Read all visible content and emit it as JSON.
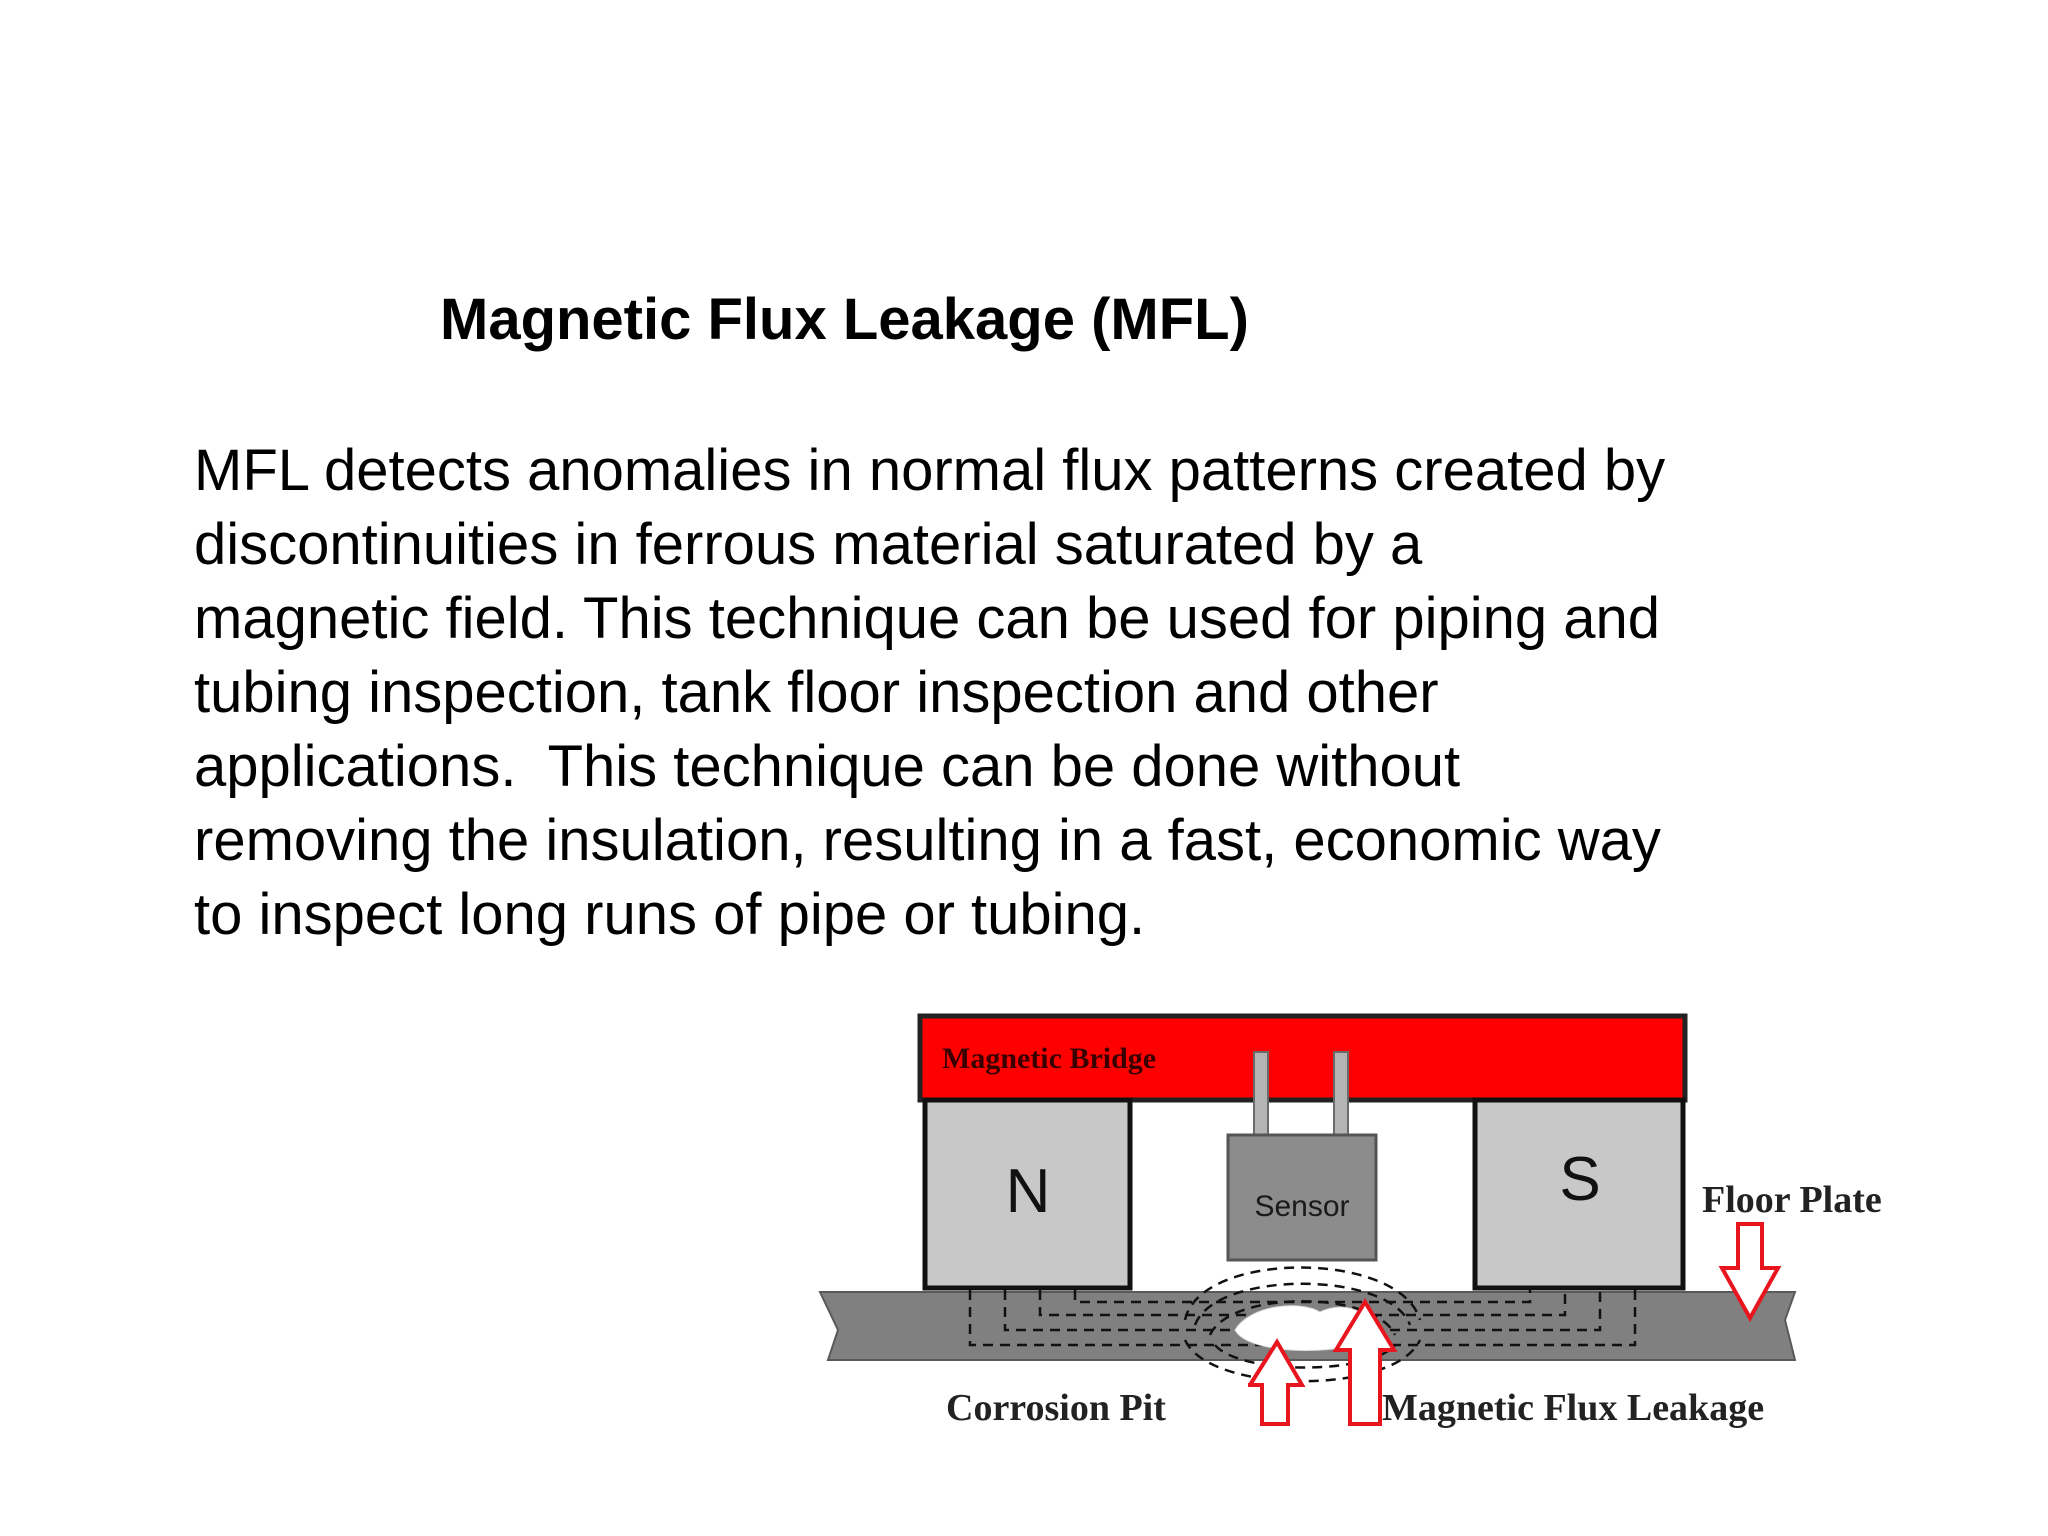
{
  "slide": {
    "title": "Magnetic Flux Leakage (MFL)",
    "body_lines": [
      "MFL detects anomalies in normal flux patterns created by",
      "discontinuities in ferrous material saturated by a",
      "magnetic field. This technique can be used for piping and",
      "tubing inspection, tank floor inspection and other",
      "applications.  This technique can be done without",
      "removing the insulation, resulting in a fast, economic way",
      "to inspect long runs of pipe or tubing."
    ]
  },
  "diagram": {
    "bridge_label": "Magnetic Bridge",
    "north_label": "N",
    "south_label": "S",
    "sensor_label": "Sensor",
    "floor_plate_label": "Floor Plate",
    "corrosion_pit_label": "Corrosion Pit",
    "leakage_label": "Magnetic Flux Leakage",
    "colors": {
      "bridge": "#ff0000",
      "magnet": "#c8c8c8",
      "sensor": "#8c8c8c",
      "plate": "#808080",
      "arrow": "#e8141e",
      "flux": "#111111"
    }
  }
}
